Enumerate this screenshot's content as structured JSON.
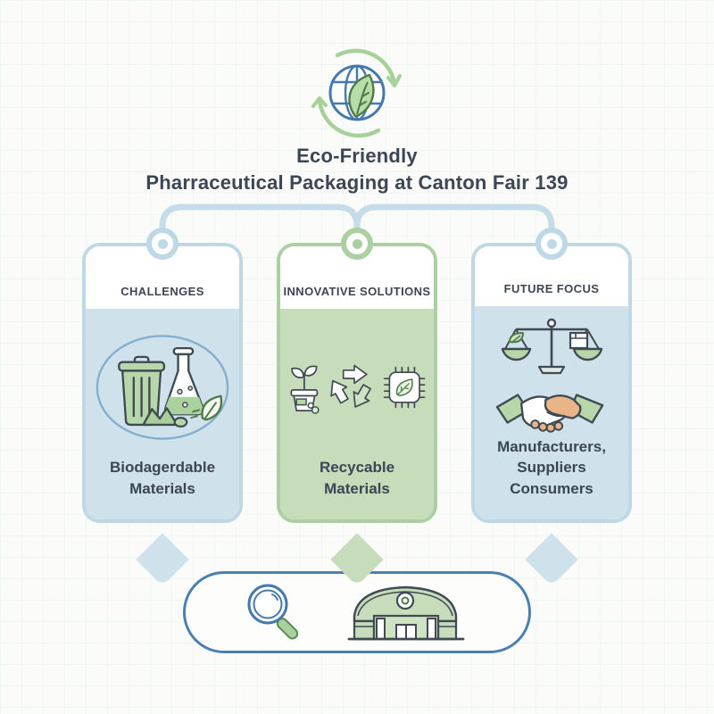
{
  "header": {
    "icon": "globe-leaf-recycle-icon",
    "title_line1": "Eco-Friendly",
    "title_line2": "Pharraceutical Packaging at Canton Fair 139"
  },
  "cards": [
    {
      "id": "challenges",
      "title": "CHALLENGES",
      "theme": "blue",
      "icons": [
        "trash-can-icon",
        "flask-icon",
        "rocks-icon",
        "leaf-icon"
      ],
      "lines": [
        "Biodagerdable",
        "Materials"
      ]
    },
    {
      "id": "innovative-solutions",
      "title": "INNOVATIVE SOLUTIONS",
      "theme": "green",
      "icons": [
        "potted-plant-icon",
        "recycle-arrows-icon",
        "eco-chip-icon"
      ],
      "lines": [
        "Recycable",
        "Materials"
      ]
    },
    {
      "id": "future-focus",
      "title": "FUTURE FOCUS",
      "theme": "blue",
      "icons": [
        "balance-scale-icon",
        "handshake-icon"
      ],
      "lines": [
        "Manufacturers,",
        "Suppliers",
        "Consumers"
      ]
    }
  ],
  "footer": {
    "icons": [
      "magnifier-icon",
      "exhibition-hall-icon"
    ]
  },
  "colors": {
    "accent_blue": "#4b7fb0",
    "card_blue_border": "#bed8e6",
    "card_blue_fill": "#cfe2ec",
    "card_green_border": "#abcfa0",
    "card_green_fill": "#c6dcba",
    "text_dark": "#3d4654",
    "icon_green_fill": "#b7d6a9",
    "icon_stroke": "#3f4a52",
    "handshake_tan": "#e8b488"
  }
}
